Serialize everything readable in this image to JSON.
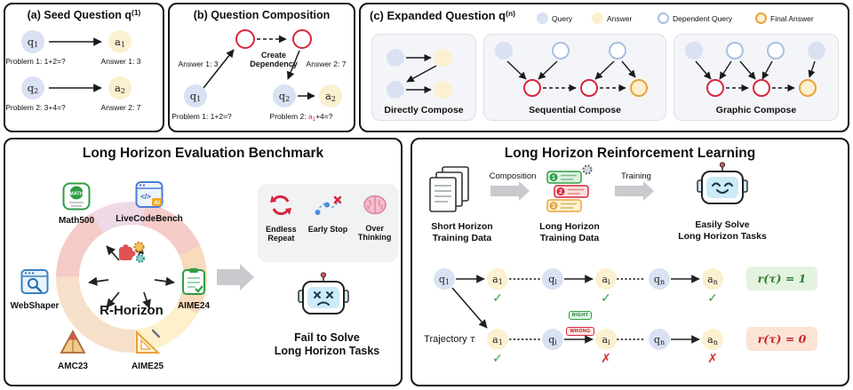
{
  "colors": {
    "query": "#d9e1f2",
    "answer": "#fbf0cf",
    "dependency_red": "#d7263d",
    "dependent_query_ring": "#a9c0e0",
    "final_answer_ring": "#e9a23b",
    "success_green": "#2e9e44",
    "failure_red": "#d32f2f"
  },
  "panel_a": {
    "title_main": "(a) Seed Question q",
    "title_sup": "(1)",
    "rows": [
      {
        "q_base": "q",
        "q_sub": "1",
        "a_base": "a",
        "a_sub": "1",
        "problem": "Problem 1: 1+2=?",
        "answer": "Answer 1: 3"
      },
      {
        "q_base": "q",
        "q_sub": "2",
        "a_base": "a",
        "a_sub": "2",
        "problem": "Problem 2: 3+4=?",
        "answer": "Answer 2: 7"
      }
    ]
  },
  "panel_b": {
    "title": "(b) Question Composition",
    "create_dependency": "Create Dependency",
    "answer1": "Answer 1: 3",
    "answer2": "Answer 2: 7",
    "q1_base": "q",
    "q1_sub": "1",
    "q2_base": "q",
    "q2_sub": "2",
    "a2_base": "a",
    "a2_sub": "2",
    "problem1": "Problem 1: 1+2=?",
    "problem2_prefix": "Problem 2: ",
    "problem2_var_base": "a",
    "problem2_var_sub": "1",
    "problem2_suffix": "+4=?"
  },
  "panel_c": {
    "title_main": "(c) Expanded Question q",
    "title_sup": "(n)",
    "legend": [
      {
        "label": "Query"
      },
      {
        "label": "Answer"
      },
      {
        "label": "Dependent Query"
      },
      {
        "label": "Final Answer"
      }
    ],
    "compose_modes": [
      {
        "label": "Directly Compose"
      },
      {
        "label": "Sequential Compose"
      },
      {
        "label": "Graphic Compose"
      }
    ]
  },
  "benchmark": {
    "title": "Long Horizon Evaluation Benchmark",
    "center_label": "R-Horizon",
    "datasets": [
      {
        "label": "Math500",
        "badge": "MATH"
      },
      {
        "label": "LiveCodeBench",
        "code": "</>",
        "ai": "AI"
      },
      {
        "label": "WebShaper"
      },
      {
        "label": "AIME24"
      },
      {
        "label": "AMC23"
      },
      {
        "label": "AIME25"
      }
    ],
    "issues": [
      {
        "label": "Endless Repeat"
      },
      {
        "label": "Early Stop"
      },
      {
        "label": "Over Thinking"
      }
    ],
    "fail_line1": "Fail to Solve",
    "fail_line2": "Long Horizon Tasks"
  },
  "rl": {
    "title": "Long Horizon Reinforcement Learning",
    "composition_label": "Composition",
    "training_label": "Training",
    "stage1_l1": "Short Horizon",
    "stage1_l2": "Training Data",
    "stage2_l1": "Long Horizon",
    "stage2_l2": "Training Data",
    "stage3_l1": "Easily Solve",
    "stage3_l2": "Long Horizon Tasks",
    "card_numbers": [
      "1",
      "2",
      "3"
    ],
    "trajectory_label": "Trajectory",
    "tau": "τ",
    "sign_right": "RIGHT",
    "sign_wrong": "WRONG",
    "row1": {
      "nodes": [
        {
          "base": "q",
          "sub": "1"
        },
        {
          "base": "a",
          "sub": "1"
        },
        {
          "base": "q",
          "sub": "i"
        },
        {
          "base": "a",
          "sub": "i"
        },
        {
          "base": "q",
          "sub": "n"
        },
        {
          "base": "a",
          "sub": "n"
        }
      ],
      "reward": "r(τ) = 1"
    },
    "row2": {
      "nodes": [
        {
          "base": "a",
          "sub": "1"
        },
        {
          "base": "q",
          "sub": "i"
        },
        {
          "base": "a",
          "sub": "i"
        },
        {
          "base": "q",
          "sub": "n"
        },
        {
          "base": "a",
          "sub": "n"
        }
      ],
      "reward": "r(τ) = 0"
    },
    "row1_marks": [
      "✓",
      "✓",
      "✓"
    ],
    "row2_marks": [
      "✓",
      "✗",
      "✗"
    ]
  }
}
